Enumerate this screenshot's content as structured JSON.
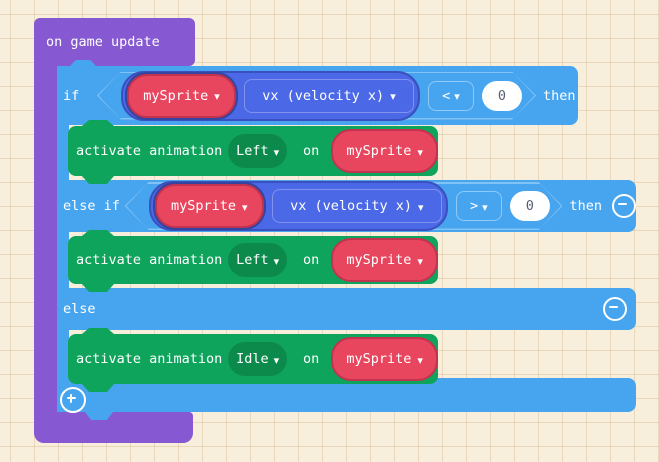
{
  "workspace": {
    "event_block": {
      "label": "on game update"
    },
    "if_block": {
      "if_label": "if",
      "then_label": "then",
      "else_if_label": "else if",
      "else_label": "else",
      "branch1": {
        "sprite": "mySprite",
        "property": "vx (velocity x)",
        "operator": "<",
        "value": "0"
      },
      "branch2": {
        "sprite": "mySprite",
        "property": "vx (velocity x)",
        "operator": ">",
        "value": "0"
      }
    },
    "statements": [
      {
        "action": "activate animation",
        "animation": "Left",
        "on": "on",
        "sprite": "mySprite"
      },
      {
        "action": "activate animation",
        "animation": "Left",
        "on": "on",
        "sprite": "mySprite"
      },
      {
        "action": "activate animation",
        "animation": "Idle",
        "on": "on",
        "sprite": "mySprite"
      }
    ]
  },
  "icons": {
    "dropdown": "chevron-down",
    "collapse": "minus-circle",
    "add": "plus-circle"
  },
  "colors": {
    "background": "#F8EEDC",
    "grid_line": "#E9D7B8",
    "event_purple": "#8659D2",
    "logic_blue": "#47A5EF",
    "hexagon_stroke": "#82C3F6",
    "sprite_indigo": "#4B69E6",
    "variable_red": "#E8465E",
    "animation_green": "#0FA45C",
    "animation_green_dark": "#0B8A4C",
    "number_text": "#575E75",
    "text": "#FFFFFF"
  }
}
